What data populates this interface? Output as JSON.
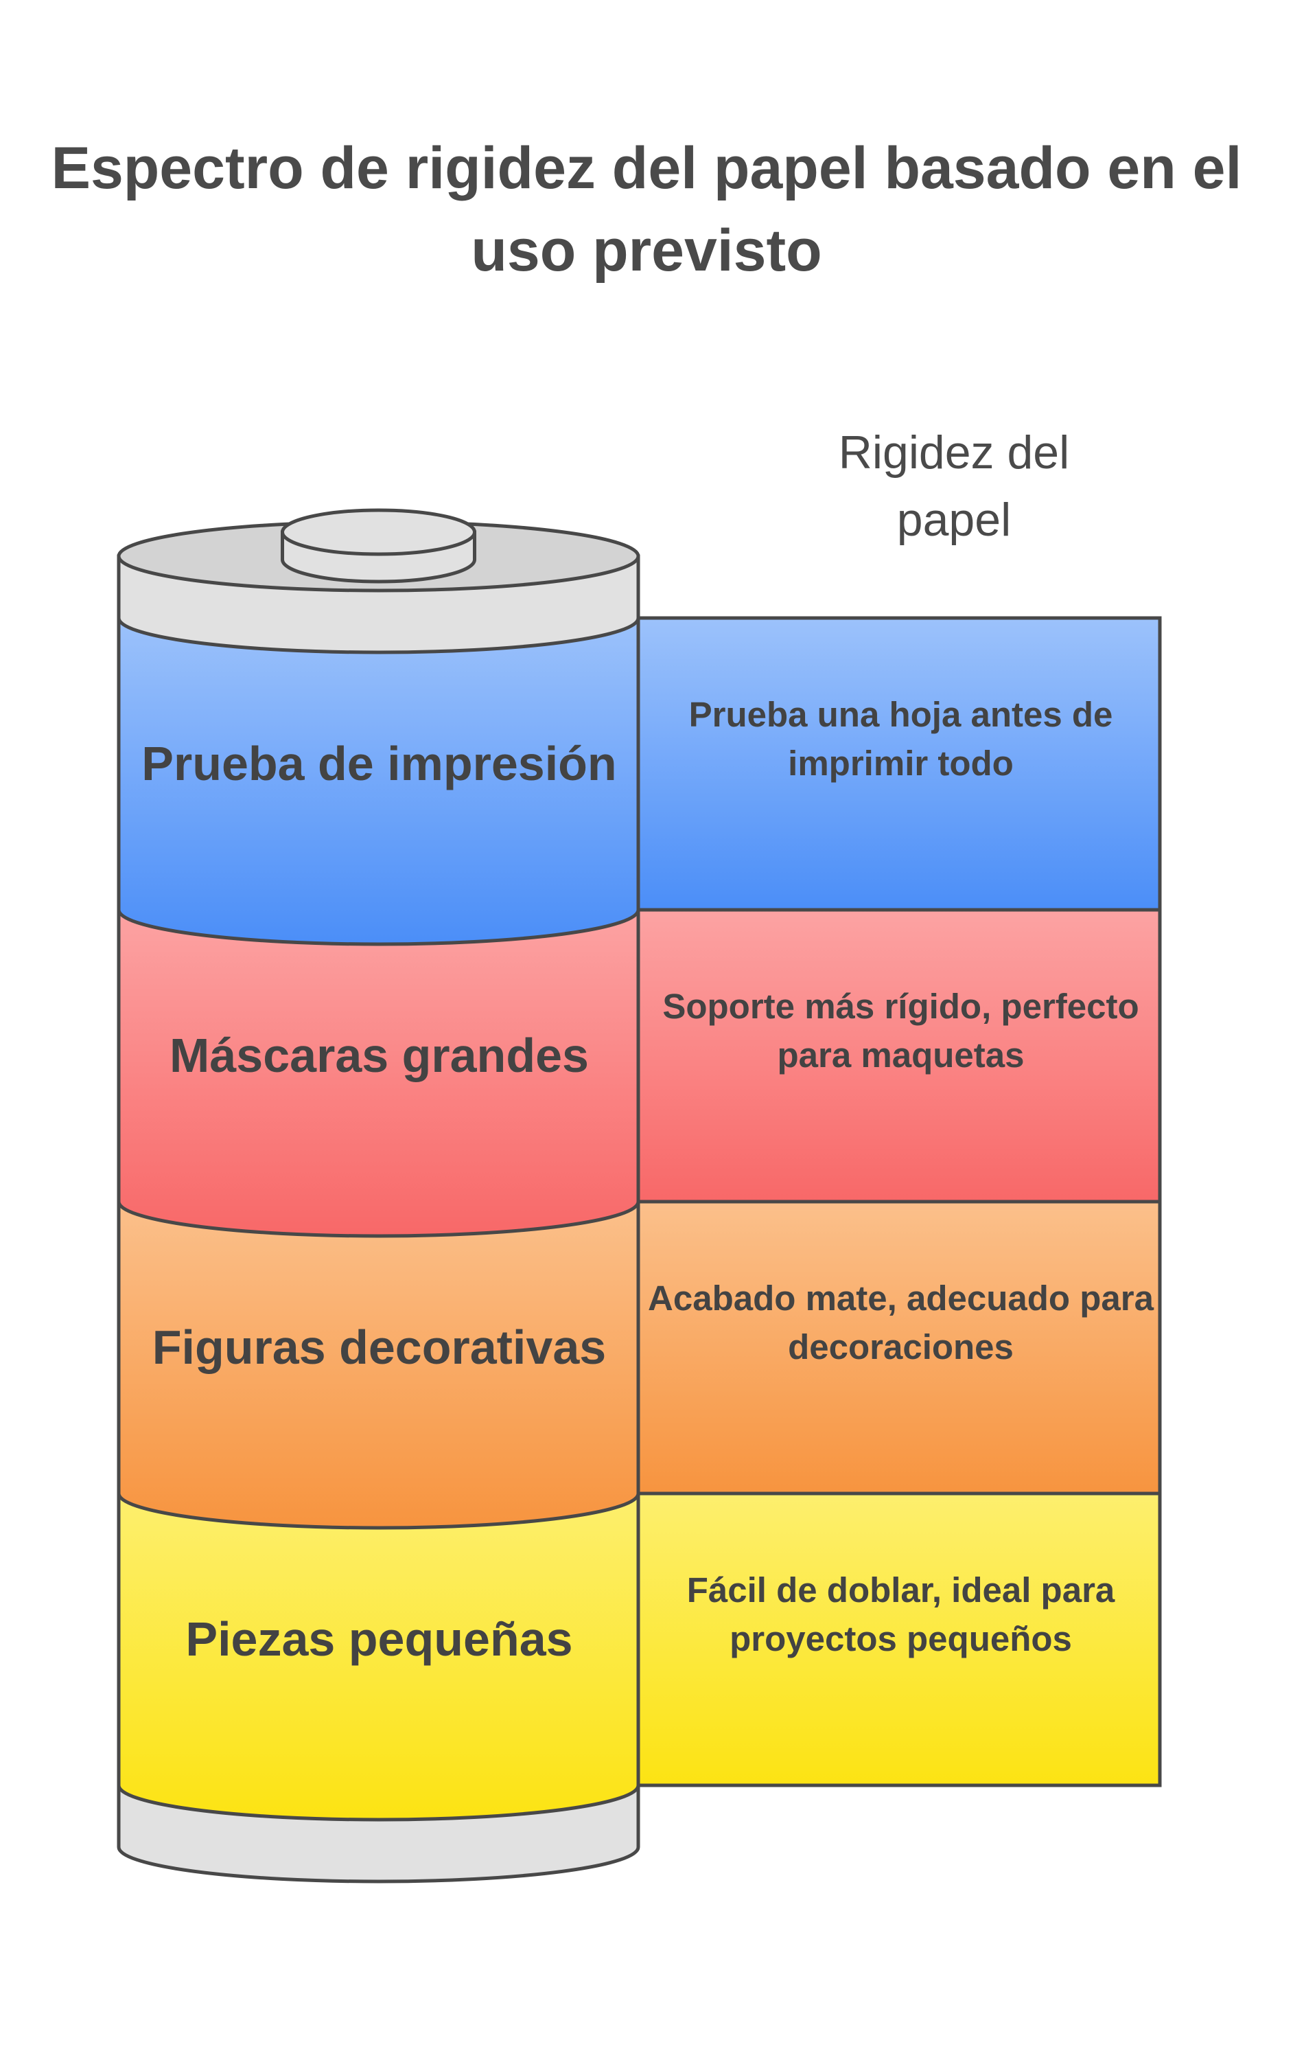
{
  "title": "Espectro de rigidez del papel basado en el uso previsto",
  "axis_label": "Rigidez del papel",
  "levels": [
    {
      "label": "Prueba de impresión",
      "description": "Prueba una hoja antes de imprimir todo",
      "color_top": "#9cc2fb",
      "color_bottom": "#4b8ef8"
    },
    {
      "label": "Máscaras grandes",
      "description": "Soporte más rígido, perfecto para maquetas",
      "color_top": "#fca3a3",
      "color_bottom": "#f86868"
    },
    {
      "label": "Figuras decorativas",
      "description": "Acabado mate, adecuado para decoraciones",
      "color_top": "#fbc08b",
      "color_bottom": "#f7943f"
    },
    {
      "label": "Piezas pequeñas",
      "description": "Fácil de doblar, ideal para proyectos pequeños",
      "color_top": "#fdef6e",
      "color_bottom": "#fce313"
    }
  ],
  "battery_colors": {
    "cap": "#e1e1e1",
    "cap_shade": "#d3d3d3",
    "outline": "#484848"
  }
}
